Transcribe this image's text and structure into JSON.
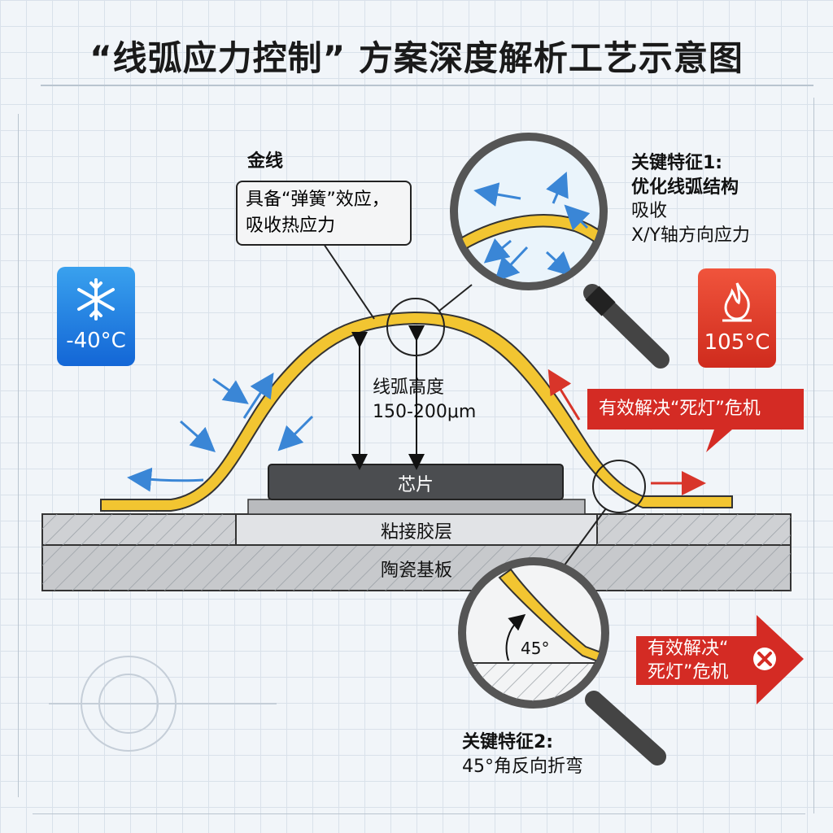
{
  "title": "“线弧应力控制” 方案深度解析工艺示意图",
  "gold_wire": {
    "label": "金线",
    "note_line1": "具备“弹簧”效应，",
    "note_line2": "吸收热应力"
  },
  "feature1": {
    "line1": "关键特征1:",
    "line2": "优化线弧结构",
    "line3": "吸收",
    "line4": "X/Y轴方向应力"
  },
  "feature2": {
    "line1": "关键特征2:",
    "line2": "45°角反向折弯",
    "angle": "45°"
  },
  "temperature": {
    "cold": "-40°C",
    "hot": "105°C",
    "cold_icon": "snowflake-icon",
    "hot_icon": "flame-icon"
  },
  "arc_height": {
    "line1": "线弧高度",
    "line2": "150-200μm"
  },
  "layers": {
    "chip": "芯片",
    "adhesive": "粘接胶层",
    "substrate": "陶瓷基板"
  },
  "callout_top": "有效解决“死灯”危机",
  "callout_bottom": {
    "line1": "有效解决“",
    "line2": "死灯”危机"
  },
  "colors": {
    "gold": "#f2c531",
    "cold": "#1a78e0",
    "hot": "#d92f22",
    "arrow_blue": "#3a86d6",
    "arrow_red": "#d8352a"
  }
}
